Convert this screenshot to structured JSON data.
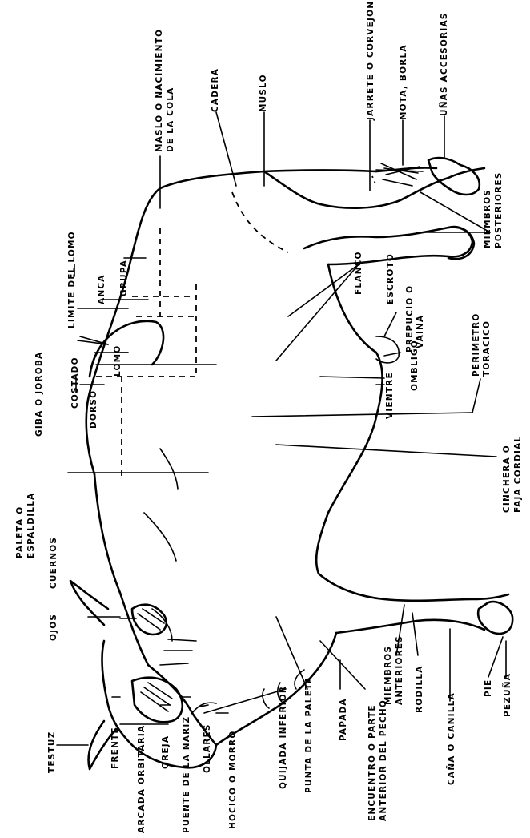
{
  "labels": {
    "testuz": "TESTUZ",
    "ojos": "OJOS",
    "cuernos": "CUERNOS",
    "paleta_o_espaldilla_1": "PALETA O",
    "paleta_o_espaldilla_2": "ESPALDILLA",
    "giba_o_joroba": "GIBA O JOROBA",
    "dorso": "DORSO",
    "costado": "COSTADO",
    "lomo": "LOMO",
    "limite_del_lomo": "LIMITE DEL LOMO",
    "anca": "ANCA",
    "grupa": "GRUPA",
    "maslo_1": "MASLO O NACIMIENTO",
    "maslo_2": "DE LA COLA",
    "cadera": "CADERA",
    "muslo": "MUSLO",
    "jarrete": "JARRETE O CORVEJON",
    "mota_borla": "MOTA, BORLA",
    "unas_accesorias": "UÑAS ACCESORIAS",
    "miembros_posteriores_1": "MIEMBROS",
    "miembros_posteriores_2": "POSTERIORES",
    "flanco": "FLANCO",
    "escroto": "ESCROTO",
    "prepucio_1": "PREPUCIO O",
    "prepucio_2": "VAINA",
    "perimetro_1": "PERIMETRO",
    "perimetro_2": "TORACICO",
    "vientre": "VIENTRE",
    "ombligo": "OMBLIGO",
    "cinchera_1": "CINCHERA O",
    "cinchera_2": "FAJA CORDIAL",
    "frente": "FRENTE",
    "arcada_orbitaria": "ARCADA ORBITARIA",
    "oreja": "OREJA",
    "puente_nariz": "PUENTE DE LA NARIZ",
    "ollares": "OLLARES",
    "hocico": "HOCICO O MORRO",
    "quijada": "QUIJADA INFERIOR",
    "punta_paleta": "PUNTA DE LA PALETA",
    "papada": "PAPADA",
    "encuentro_1": "ENCUENTRO O PARTE",
    "encuentro_2": "ANTERIOR DEL PECHO",
    "miembros_anteriores_1": "MIEMBROS",
    "miembros_anteriores_2": "ANTERIORES",
    "rodilla": "RODILLA",
    "cana": "CAÑA O CANILLA",
    "pie": "PIE",
    "pezuna": "PEZUÑA"
  }
}
